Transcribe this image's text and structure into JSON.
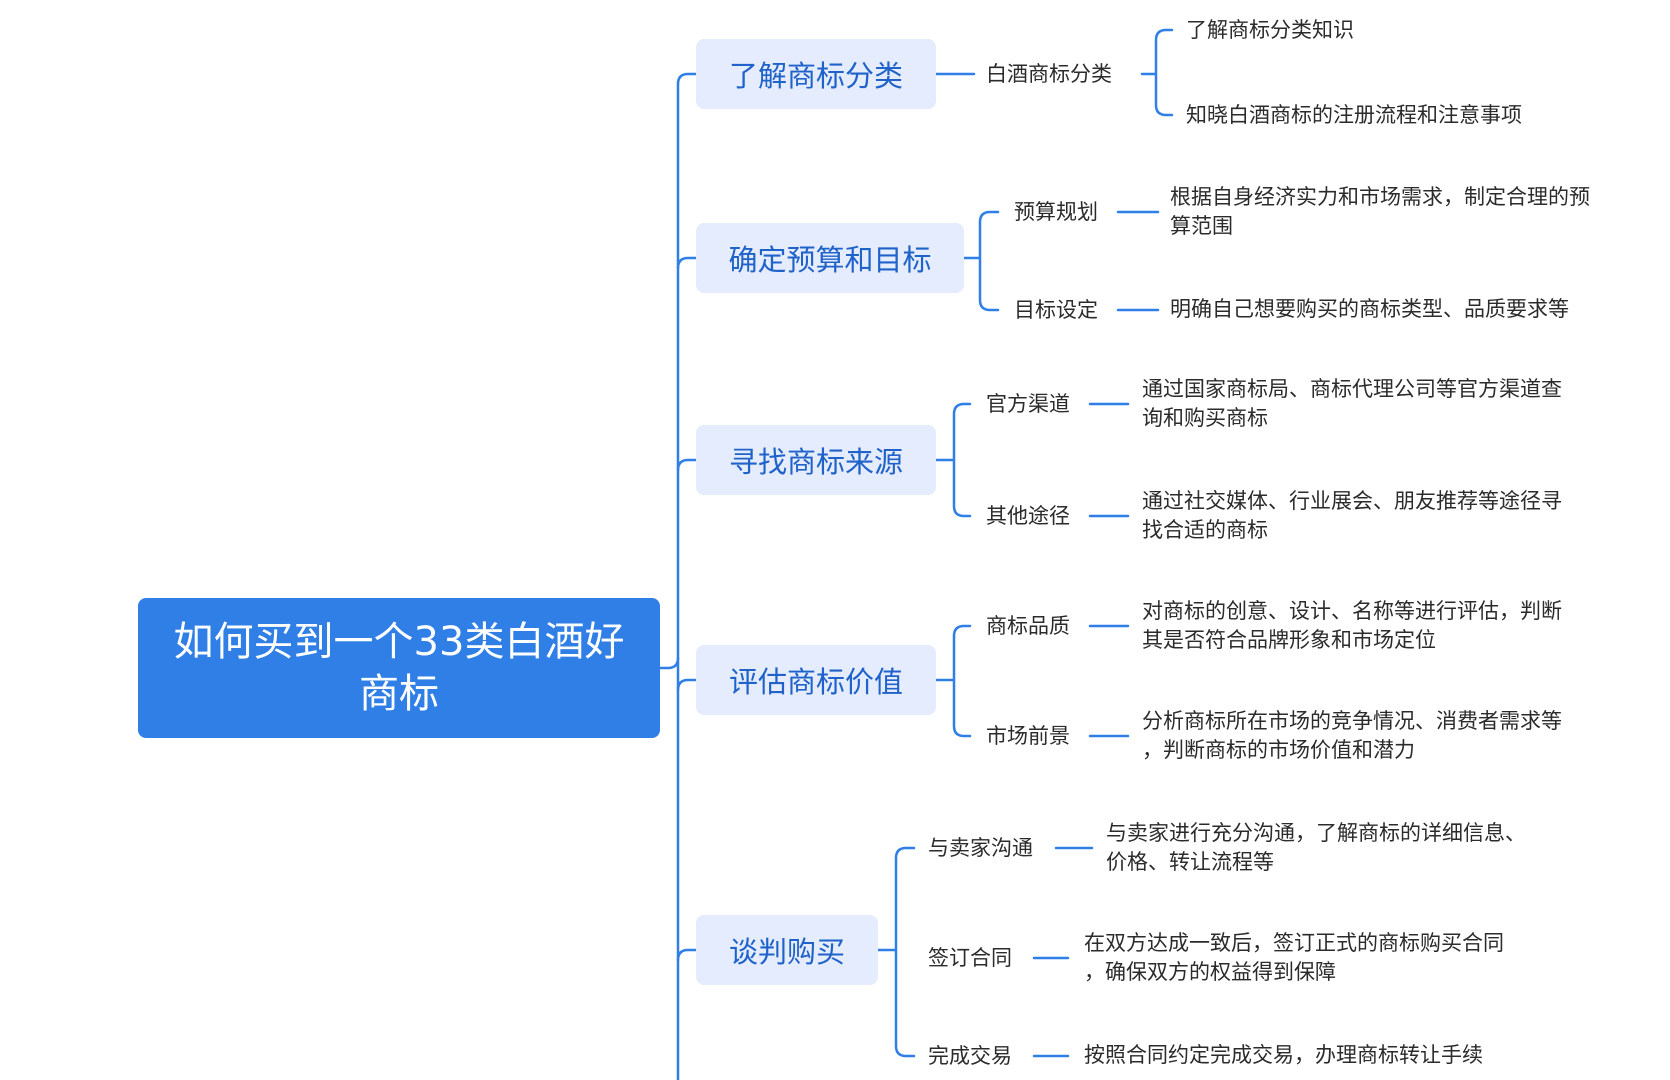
{
  "colors": {
    "root_bg": "#2f7fe6",
    "branch_bg": "#e5ecfd",
    "branch_text": "#1f62c9",
    "line": "#2f7fe6"
  },
  "root": {
    "line1": "如何买到一个33类白酒好",
    "line2": "商标"
  },
  "branches": [
    {
      "label": "了解商标分类",
      "subs": [
        {
          "label": "白酒商标分类",
          "leaves": [
            "了解商标分类知识",
            "知晓白酒商标的注册流程和注意事项"
          ]
        }
      ]
    },
    {
      "label": "确定预算和目标",
      "subs": [
        {
          "label": "预算规划",
          "leaves": [
            "根据自身经济实力和市场需求，制定合理的预",
            "算范围"
          ]
        },
        {
          "label": "目标设定",
          "leaves": [
            "明确自己想要购买的商标类型、品质要求等"
          ]
        }
      ]
    },
    {
      "label": "寻找商标来源",
      "subs": [
        {
          "label": "官方渠道",
          "leaves": [
            "通过国家商标局、商标代理公司等官方渠道查",
            "询和购买商标"
          ]
        },
        {
          "label": "其他途径",
          "leaves": [
            "通过社交媒体、行业展会、朋友推荐等途径寻",
            "找合适的商标"
          ]
        }
      ]
    },
    {
      "label": "评估商标价值",
      "subs": [
        {
          "label": "商标品质",
          "leaves": [
            "对商标的创意、设计、名称等进行评估，判断",
            "其是否符合品牌形象和市场定位"
          ]
        },
        {
          "label": "市场前景",
          "leaves": [
            "分析商标所在市场的竞争情况、消费者需求等",
            "，判断商标的市场价值和潜力"
          ]
        }
      ]
    },
    {
      "label": "谈判购买",
      "subs": [
        {
          "label": "与卖家沟通",
          "leaves": [
            "与卖家进行充分沟通，了解商标的详细信息、",
            "价格、转让流程等"
          ]
        },
        {
          "label": "签订合同",
          "leaves": [
            "在双方达成一致后，签订正式的商标购买合同",
            "，确保双方的权益得到保障"
          ]
        },
        {
          "label": "完成交易",
          "leaves": [
            "按照合同约定完成交易，办理商标转让手续"
          ]
        }
      ]
    }
  ]
}
